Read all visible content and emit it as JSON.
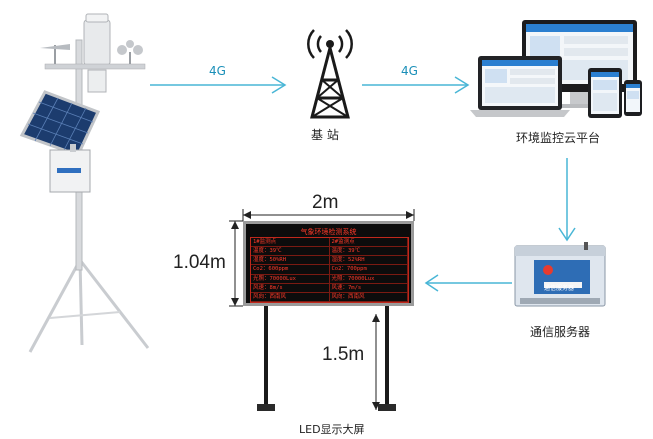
{
  "flow": {
    "link1_label": "4G",
    "link2_label": "4G"
  },
  "nodes": {
    "base_station": "基 站",
    "cloud_platform": "环境监控云平台",
    "comm_server": "通信服务器",
    "led_screen": "LED显示大屏"
  },
  "dimensions": {
    "width": "2m",
    "height": "1.04m",
    "pole_height": "1.5m"
  },
  "led": {
    "title": "气象环境检测系统",
    "rows": [
      [
        "1#监测点",
        "2#监测点"
      ],
      [
        "温度：39℃",
        "温度：39℃"
      ],
      [
        "湿度：50%RH",
        "湿度：52%RH"
      ],
      [
        "Co2：600ppm",
        "Co2：700ppm"
      ],
      [
        "光照：70000Lux",
        "光照：70000Lux"
      ],
      [
        "风速：8m/s",
        "风速：7m/s"
      ],
      [
        "风向：西南风",
        "风向：西南风"
      ]
    ]
  },
  "device_label": "通信服务器",
  "colors": {
    "arrow": "#49b6d6",
    "accent_text": "#1a8fb8",
    "led_text": "#ff3a2a"
  }
}
